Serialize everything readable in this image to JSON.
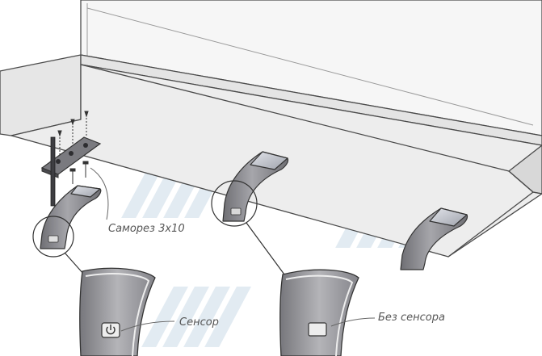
{
  "labels": {
    "screw": "Саморез 3х10",
    "sensor": "Сенсор",
    "no_sensor": "Без сенсора"
  },
  "colors": {
    "outline": "#4a4a4a",
    "shelf_light": "#f4f4f4",
    "shelf_shade": "#dedede",
    "lamp_body": "#8c8c90",
    "lamp_dark": "#3e3e42",
    "lamp_glass": "#c9ccd3",
    "watermark": "#dfe9f1"
  },
  "icons": [
    "screw-icon",
    "touch-sensor-icon",
    "power-icon"
  ]
}
